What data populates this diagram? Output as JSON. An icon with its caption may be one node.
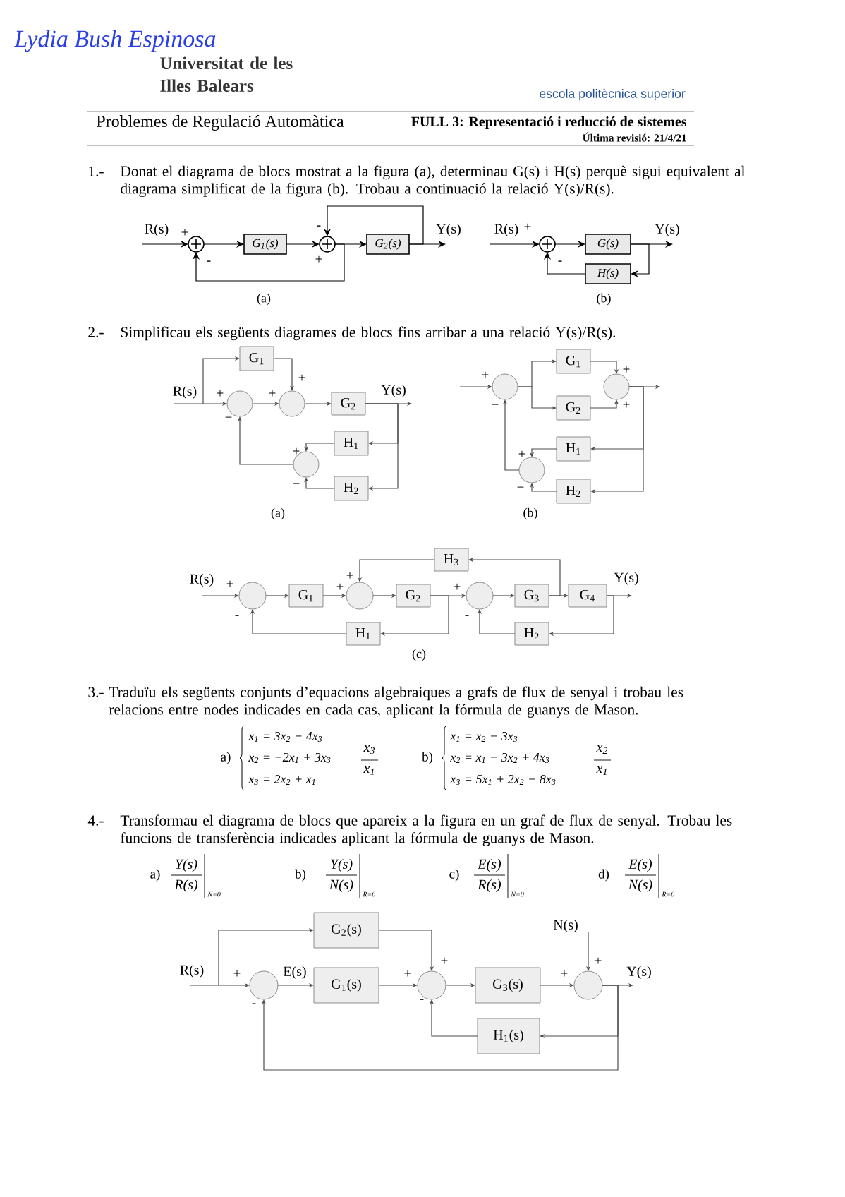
{
  "diagram": {
    "nodes": [
      {
        "text": [],
        "shape": "circle"
      },
      {
        "text": [
          "G$_{1}$(s)"
        ]
      },
      {
        "text": [],
        "shape": "circle"
      },
      {
        "text": [
          "G$_{2}$(s)"
        ]
      },
      {
        "text": [],
        "shape": "circle"
      },
      {
        "text": [
          "G(s)"
        ]
      },
      {
        "text": [
          "H(s)"
        ]
      },
      {
        "text": [
          "G$_{1}$"
        ]
      },
      {
        "text": [],
        "shape": "circle"
      },
      {
        "text": [],
        "shape": "circle"
      },
      {
        "text": [
          "G$_{2}$"
        ]
      },
      {
        "text": [
          "H$_{1}$"
        ]
      },
      {
        "text": [],
        "shape": "circle"
      },
      {
        "text": [
          "H$_{2}$"
        ]
      },
      {
        "text": [
          "G$_{1}$"
        ]
      },
      {
        "text": [],
        "shape": "circle"
      },
      {
        "text": [],
        "shape": "circle"
      },
      {
        "text": [
          "G$_{2}$"
        ]
      },
      {
        "text": [
          "H$_{1}$"
        ]
      },
      {
        "text": [],
        "shape": "circle"
      },
      {
        "text": [
          "H$_{2}$"
        ]
      },
      {
        "text": [
          "H$_{3}$"
        ]
      },
      {
        "text": [],
        "shape": "circle"
      },
      {
        "text": [
          "G$_{1}$"
        ]
      },
      {
        "text": [],
        "shape": "circle"
      },
      {
        "text": [
          "G$_{2}$"
        ]
      },
      {
        "text": [],
        "shape": "circle"
      },
      {
        "text": [
          "G$_{3}$"
        ]
      },
      {
        "text": [
          "G$_{4}$"
        ]
      },
      {
        "text": [
          "H$_{1}$"
        ]
      },
      {
        "text": [
          "H$_{2}$"
        ]
      },
      {
        "text": [
          "G$_{2}$(s)"
        ]
      },
      {
        "text": [],
        "shape": "circle"
      },
      {
        "text": [
          "G$_{1}$(s)"
        ]
      },
      {
        "text": [],
        "shape": "circle"
      },
      {
        "text": [
          "G$_{3}$(s)"
        ]
      },
      {
        "text": [],
        "shape": "circle"
      },
      {
        "text": [
          "H$_{1}$(s)"
        ]
      }
    ],
    "edges": [
      {
        "from": null,
        "to": 0,
        "arrow": "to",
        "label": "R(s)",
        "color": "#000000"
      },
      {
        "from": 0,
        "to": 1,
        "arrow": "to",
        "color": "#000000"
      },
      {
        "from": 1,
        "to": 2,
        "arrow": "to",
        "color": "#000000"
      },
      {
        "from": 2,
        "to": 3,
        "arrow": "to",
        "color": "#000000"
      },
      {
        "from": 3,
        "to": null,
        "arrow": "to",
        "label": "Y(s)",
        "color": "#000000"
      },
      {
        "from": 3,
        "to": 2,
        "arrow": "to",
        "color": "#000000"
      },
      {
        "from": 2,
        "to": 0,
        "arrow": "to",
        "color": "#000000"
      },
      {
        "from": null,
        "to": 4,
        "arrow": "to",
        "label": "R(s)",
        "color": "#000000"
      },
      {
        "from": 4,
        "to": 5,
        "arrow": "to",
        "color": "#000000"
      },
      {
        "from": 5,
        "to": null,
        "arrow": "to",
        "label": "Y(s)",
        "color": "#000000"
      },
      {
        "from": 5,
        "to": 6,
        "arrow": "to",
        "color": "#000000"
      },
      {
        "from": 6,
        "to": 4,
        "arrow": "to",
        "color": "#000000"
      },
      {
        "from": null,
        "to": 8,
        "arrow": "to",
        "label": "R(s)"
      },
      {
        "from": null,
        "to": 7,
        "arrow": "to"
      },
      {
        "from": 7,
        "to": 9,
        "arrow": "to"
      },
      {
        "from": 8,
        "to": 9,
        "arrow": "to"
      },
      {
        "from": 9,
        "to": 10,
        "arrow": "to"
      },
      {
        "from": 10,
        "to": null,
        "arrow": "to",
        "label": "Y(s)"
      },
      {
        "from": 10,
        "to": 11,
        "arrow": "to"
      },
      {
        "from": 10,
        "to": 13,
        "arrow": "to"
      },
      {
        "from": 11,
        "to": 12,
        "arrow": "to"
      },
      {
        "from": 13,
        "to": 12,
        "arrow": "to"
      },
      {
        "from": 12,
        "to": 8,
        "arrow": "to"
      },
      {
        "from": null,
        "to": 15,
        "arrow": "to"
      },
      {
        "from": 15,
        "to": 14,
        "arrow": "to"
      },
      {
        "from": 15,
        "to": 17,
        "arrow": "to"
      },
      {
        "from": 14,
        "to": 16,
        "arrow": "to"
      },
      {
        "from": 17,
        "to": 16,
        "arrow": "to"
      },
      {
        "from": 16,
        "to": null,
        "arrow": "to"
      },
      {
        "from": 16,
        "to": 18,
        "arrow": "to"
      },
      {
        "from": 16,
        "to": 20,
        "arrow": "to"
      },
      {
        "from": 18,
        "to": 19,
        "arrow": "to"
      },
      {
        "from": 20,
        "to": 19,
        "arrow": "to"
      },
      {
        "from": 19,
        "to": 15,
        "arrow": "to"
      },
      {
        "from": null,
        "to": 22,
        "arrow": "to",
        "label": "R(s)"
      },
      {
        "from": 22,
        "to": 23,
        "arrow": "to"
      },
      {
        "from": 23,
        "to": 24,
        "arrow": "to"
      },
      {
        "from": 21,
        "to": 24,
        "arrow": "to"
      },
      {
        "from": 24,
        "to": 25,
        "arrow": "to"
      },
      {
        "from": 25,
        "to": 26,
        "arrow": "to"
      },
      {
        "from": 25,
        "to": 29,
        "arrow": "to"
      },
      {
        "from": 29,
        "to": 22,
        "arrow": "to"
      },
      {
        "from": 26,
        "to": 27,
        "arrow": "to"
      },
      {
        "from": 27,
        "to": 28,
        "arrow": "to"
      },
      {
        "from": 27,
        "to": 21,
        "arrow": "to"
      },
      {
        "from": 28,
        "to": null,
        "arrow": "to",
        "label": "Y(s)"
      },
      {
        "from": 28,
        "to": 30,
        "arrow": "to"
      },
      {
        "from": 30,
        "to": 26,
        "arrow": "to"
      },
      {
        "from": null,
        "to": 32,
        "arrow": "to",
        "label": "R(s)"
      },
      {
        "from": null,
        "to": 31,
        "arrow": "to"
      },
      {
        "from": 32,
        "to": 33,
        "arrow": "to",
        "label": "E(s)"
      },
      {
        "from": 31,
        "to": 34,
        "arrow": "to"
      },
      {
        "from": 33,
        "to": 34,
        "arrow": "to"
      },
      {
        "from": 34,
        "to": 35,
        "arrow": "to"
      },
      {
        "from": 35,
        "to": 36,
        "arrow": "to"
      },
      {
        "from": null,
        "to": 36,
        "arrow": "to",
        "label": "N(s)"
      },
      {
        "from": 36,
        "to": null,
        "arrow": "to",
        "label": "Y(s)"
      },
      {
        "from": 36,
        "to": 37,
        "arrow": "to"
      },
      {
        "from": 37,
        "to": 34,
        "arrow": "to"
      },
      {
        "from": 36,
        "to": 32,
        "arrow": "to"
      }
    ],
    "labels": [
      "Lydia Bush Espinosa",
      "Universitat de les Illes Balears",
      "escola politècnica superior",
      "Problemes de Regulació Automàtica",
      "FULL 3: Representació i reducció de sistemes",
      "Última revisió: 21/4/21",
      "1.-",
      "Donat el diagrama de blocs mostrat a la figura (a), determinau G(s) i H(s) perquè sigui equivalent al diagrama simplificat de la figura (b). Trobau a continuació la relació Y(s)/R(s).",
      "+",
      "-",
      "-",
      "+",
      "+",
      "-",
      "(a)",
      "(b)",
      "2.-",
      "Simplificau els següents diagrames de blocs fins arribar a una relació Y(s)/R(s).",
      "+",
      "+",
      "+",
      "−",
      "+",
      "−",
      "+",
      "+",
      "−",
      "+",
      "+",
      "−",
      "(a)",
      "(b)",
      "+",
      "+",
      "+",
      "+",
      "-",
      "-",
      "(c)",
      "3.-",
      "Traduïu els següents conjunts d’equacions algebraiques a grafs de flux de senyal i trobau les relacions entre nodes indicades en cada cas, aplicant la fórmula de guanys de Mason.",
      "a)",
      "x$_{1}$ = 3x$_{2}$ − 4x$_{3}$",
      "x$_{2}$ = −2x$_{1}$ + 3x$_{3}$",
      "x$_{3}$ = 2x$_{2}$ + x$_{1}$",
      "x$_{3}$",
      "x$_{1}$",
      "b)",
      "x$_{1}$ = x$_{2}$ − 3x$_{3}$",
      "x$_{2}$ = x$_{1}$ − 3x$_{2}$ + 4x$_{3}$",
      "x$_{3}$ = 5x$_{1}$ + 2x$_{2}$ − 8x$_{3}$",
      "x$_{2}$",
      "x$_{1}$",
      "4.-",
      "Transformau el diagrama de blocs que apareix a la figura en un graf de flux de senyal. Trobau les funcions de transferència indicades aplicant la fórmula de guanys de Mason.",
      "a)",
      "Y(s)",
      "R(s)",
      "N=0",
      "b)",
      "Y(s)",
      "N(s)",
      "R=0",
      "c)",
      "E(s)",
      "R(s)",
      "N=0",
      "d)",
      "E(s)",
      "N(s)",
      "R=0",
      "+",
      "+",
      "+",
      "+",
      "+",
      "-",
      "-"
    ]
  }
}
